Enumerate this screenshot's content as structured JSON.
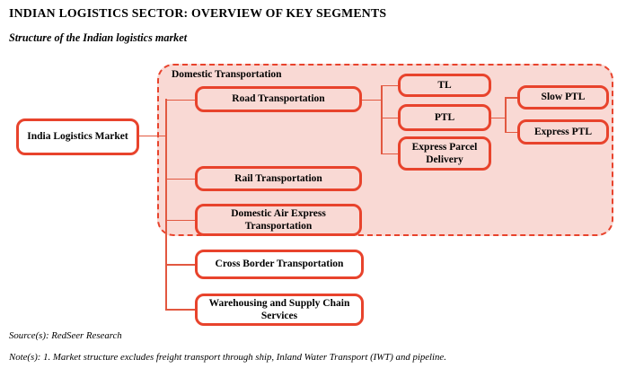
{
  "page": {
    "title": "INDIAN LOGISTICS SECTOR: OVERVIEW OF KEY SEGMENTS",
    "subtitle": "Structure of the Indian logistics market",
    "source": "Source(s): RedSeer Research",
    "note": "Note(s): 1. Market structure excludes freight transport through ship, Inland Water Transport (IWT) and pipeline."
  },
  "colors": {
    "box_border_red": "#E8432C",
    "group_fill_pink": "#F9D9D4",
    "connector_red": "#E25840",
    "text": "#000000",
    "background": "#FFFFFF"
  },
  "figure": {
    "container_label": "Domestic Transportation",
    "boxes": {
      "root": "India Logistics Market",
      "road": "Road Transportation",
      "rail": "Rail Transportation",
      "air_express": "Domestic Air Express Transportation",
      "cross_border": "Cross Border Transportation",
      "warehousing": "Warehousing and Supply Chain Services",
      "tl": "TL",
      "ptl": "PTL",
      "express_parcel": "Express Parcel Delivery",
      "slow_ptl": "Slow PTL",
      "express_ptl": "Express PTL"
    },
    "hierarchy": [
      {
        "parent": "India Logistics Market",
        "children": [
          "Road Transportation",
          "Rail Transportation",
          "Domestic Air Express Transportation",
          "Cross Border Transportation",
          "Warehousing and Supply Chain Services"
        ]
      },
      {
        "parent": "Road Transportation",
        "children": [
          "TL",
          "PTL",
          "Express Parcel Delivery"
        ]
      },
      {
        "parent": "PTL",
        "children": [
          "Slow PTL",
          "Express PTL"
        ]
      },
      {
        "group": "Domestic Transportation",
        "members": [
          "Road Transportation",
          "Rail Transportation",
          "Domestic Air Express Transportation",
          "TL",
          "PTL",
          "Express Parcel Delivery",
          "Slow PTL",
          "Express PTL"
        ]
      }
    ]
  }
}
